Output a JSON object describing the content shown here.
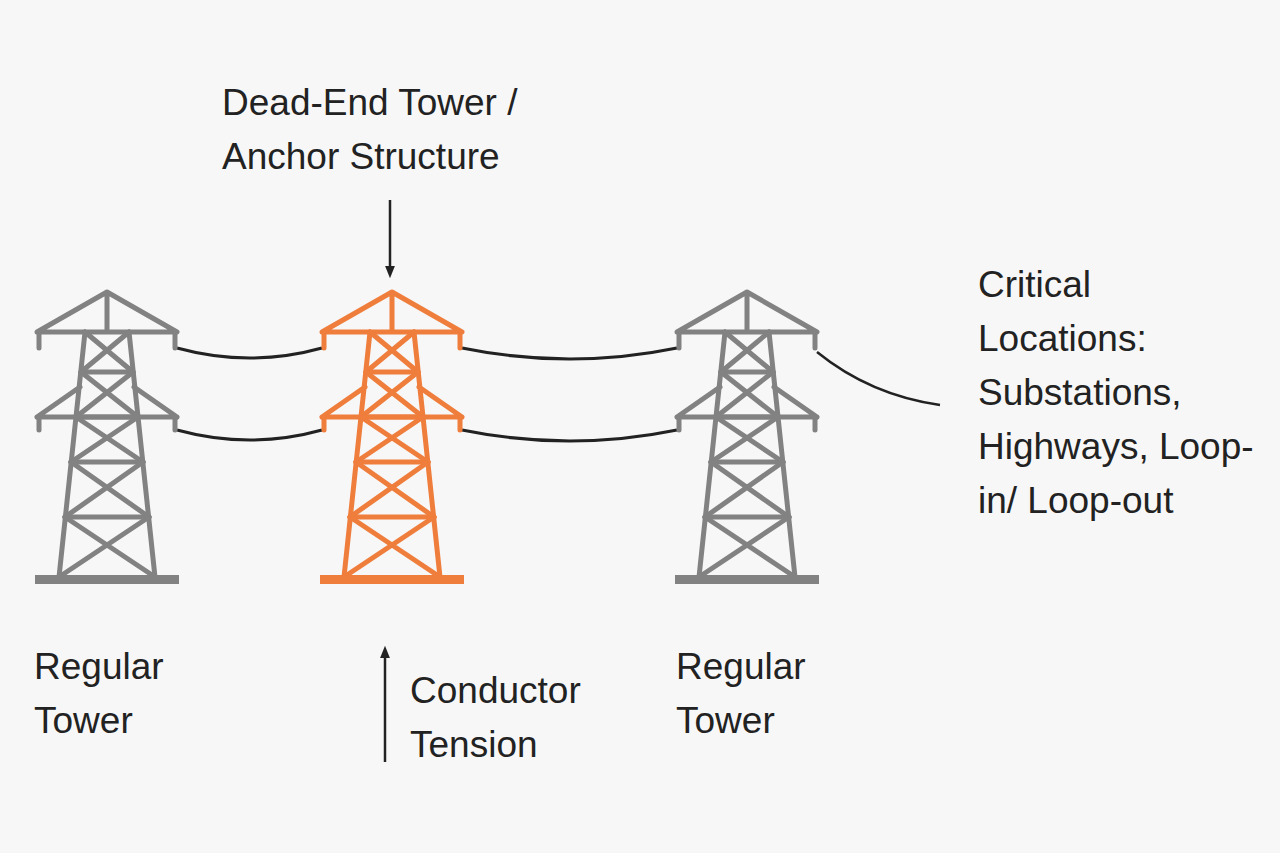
{
  "diagram": {
    "labels": [
      "Dead-End Tower / Anchor Structure",
      "Critical Locations: Substations, Highways, Loop-in/ Loop-out",
      "Regular Tower",
      "Conductor Tension",
      "Regular Tower"
    ]
  }
}
